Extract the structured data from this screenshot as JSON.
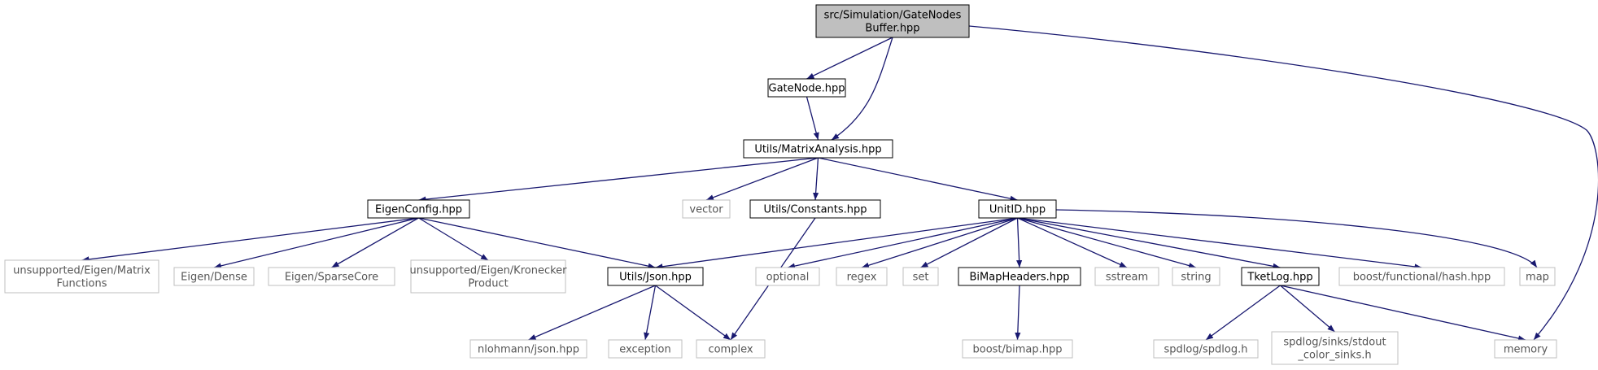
{
  "diagram": {
    "colors": {
      "edge": "#191970",
      "root_fill": "#bfbfbf",
      "solid_border": "#000000",
      "external_border": "#bfbfbf",
      "text": "#000000",
      "external_text": "#555555"
    },
    "nodes": [
      {
        "id": "root",
        "lines": [
          "src/Simulation/GateNodes",
          "Buffer.hpp"
        ],
        "kind": "root"
      },
      {
        "id": "gatenode",
        "lines": [
          "GateNode.hpp"
        ],
        "kind": "file"
      },
      {
        "id": "matrix",
        "lines": [
          "Utils/MatrixAnalysis.hpp"
        ],
        "kind": "file"
      },
      {
        "id": "eigenconfig",
        "lines": [
          "EigenConfig.hpp"
        ],
        "kind": "file"
      },
      {
        "id": "vector",
        "lines": [
          "vector"
        ],
        "kind": "external"
      },
      {
        "id": "constants",
        "lines": [
          "Utils/Constants.hpp"
        ],
        "kind": "file"
      },
      {
        "id": "unitid",
        "lines": [
          "UnitID.hpp"
        ],
        "kind": "file"
      },
      {
        "id": "eigmatfn",
        "lines": [
          "unsupported/Eigen/Matrix",
          "Functions"
        ],
        "kind": "external"
      },
      {
        "id": "eigdense",
        "lines": [
          "Eigen/Dense"
        ],
        "kind": "external"
      },
      {
        "id": "eigsparse",
        "lines": [
          "Eigen/SparseCore"
        ],
        "kind": "external"
      },
      {
        "id": "eigkron",
        "lines": [
          "unsupported/Eigen/Kronecker",
          "Product"
        ],
        "kind": "external"
      },
      {
        "id": "json",
        "lines": [
          "Utils/Json.hpp"
        ],
        "kind": "file"
      },
      {
        "id": "optional",
        "lines": [
          "optional"
        ],
        "kind": "external"
      },
      {
        "id": "regex",
        "lines": [
          "regex"
        ],
        "kind": "external"
      },
      {
        "id": "set",
        "lines": [
          "set"
        ],
        "kind": "external"
      },
      {
        "id": "bimapheaders",
        "lines": [
          "BiMapHeaders.hpp"
        ],
        "kind": "file"
      },
      {
        "id": "sstream",
        "lines": [
          "sstream"
        ],
        "kind": "external"
      },
      {
        "id": "string",
        "lines": [
          "string"
        ],
        "kind": "external"
      },
      {
        "id": "tketlog",
        "lines": [
          "TketLog.hpp"
        ],
        "kind": "file"
      },
      {
        "id": "hash",
        "lines": [
          "boost/functional/hash.hpp"
        ],
        "kind": "external"
      },
      {
        "id": "map",
        "lines": [
          "map"
        ],
        "kind": "external"
      },
      {
        "id": "nlohmann",
        "lines": [
          "nlohmann/json.hpp"
        ],
        "kind": "external"
      },
      {
        "id": "exception",
        "lines": [
          "exception"
        ],
        "kind": "external"
      },
      {
        "id": "complex",
        "lines": [
          "complex"
        ],
        "kind": "external"
      },
      {
        "id": "bimap",
        "lines": [
          "boost/bimap.hpp"
        ],
        "kind": "external"
      },
      {
        "id": "spdlog",
        "lines": [
          "spdlog/spdlog.h"
        ],
        "kind": "external"
      },
      {
        "id": "stdoutsinks",
        "lines": [
          "spdlog/sinks/stdout",
          "_color_sinks.h"
        ],
        "kind": "external"
      },
      {
        "id": "memory",
        "lines": [
          "memory"
        ],
        "kind": "external"
      }
    ],
    "edges": [
      {
        "from": "root",
        "to": "gatenode"
      },
      {
        "from": "root",
        "to": "matrix"
      },
      {
        "from": "root",
        "to": "memory"
      },
      {
        "from": "gatenode",
        "to": "matrix"
      },
      {
        "from": "matrix",
        "to": "eigenconfig"
      },
      {
        "from": "matrix",
        "to": "vector"
      },
      {
        "from": "matrix",
        "to": "constants"
      },
      {
        "from": "matrix",
        "to": "unitid"
      },
      {
        "from": "eigenconfig",
        "to": "eigmatfn"
      },
      {
        "from": "eigenconfig",
        "to": "eigdense"
      },
      {
        "from": "eigenconfig",
        "to": "eigsparse"
      },
      {
        "from": "eigenconfig",
        "to": "eigkron"
      },
      {
        "from": "eigenconfig",
        "to": "json"
      },
      {
        "from": "constants",
        "to": "complex"
      },
      {
        "from": "unitid",
        "to": "json"
      },
      {
        "from": "unitid",
        "to": "optional"
      },
      {
        "from": "unitid",
        "to": "regex"
      },
      {
        "from": "unitid",
        "to": "set"
      },
      {
        "from": "unitid",
        "to": "bimapheaders"
      },
      {
        "from": "unitid",
        "to": "sstream"
      },
      {
        "from": "unitid",
        "to": "string"
      },
      {
        "from": "unitid",
        "to": "tketlog"
      },
      {
        "from": "unitid",
        "to": "hash"
      },
      {
        "from": "unitid",
        "to": "map"
      },
      {
        "from": "json",
        "to": "nlohmann"
      },
      {
        "from": "json",
        "to": "exception"
      },
      {
        "from": "json",
        "to": "complex"
      },
      {
        "from": "bimapheaders",
        "to": "bimap"
      },
      {
        "from": "tketlog",
        "to": "spdlog"
      },
      {
        "from": "tketlog",
        "to": "stdoutsinks"
      },
      {
        "from": "tketlog",
        "to": "memory"
      }
    ]
  }
}
